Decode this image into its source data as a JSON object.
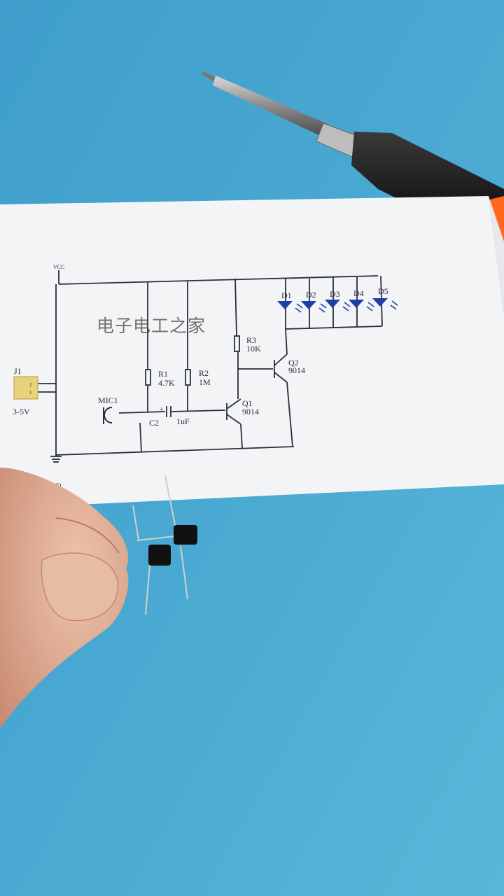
{
  "watermark": "电子电工之家",
  "schematic": {
    "vcc": "VCC",
    "gnd": "GND",
    "connector": {
      "ref": "J1",
      "voltage": "3-5V",
      "pin1": "2",
      "pin2": "1"
    },
    "mic": "MIC1",
    "c2": {
      "ref": "C2",
      "value": "1uF",
      "polarity": "+"
    },
    "r1": {
      "ref": "R1",
      "value": "4.7K"
    },
    "r2": {
      "ref": "R2",
      "value": "1M"
    },
    "r3": {
      "ref": "R3",
      "value": "10K"
    },
    "q1": {
      "ref": "Q1",
      "value": "9014"
    },
    "q2": {
      "ref": "Q2",
      "value": "9014"
    },
    "leds": [
      "D1",
      "D2",
      "D3",
      "D4",
      "D5"
    ]
  },
  "colors": {
    "background": "#4aa6cd",
    "paper": "#f3f4f6",
    "ink": "#2a2e3a",
    "led": "#1f3fa8",
    "connector": "#e8d27a",
    "iron_handle": "#1a1a1a",
    "iron_accent": "#ff6a1a",
    "skin": "#e4b49a"
  }
}
